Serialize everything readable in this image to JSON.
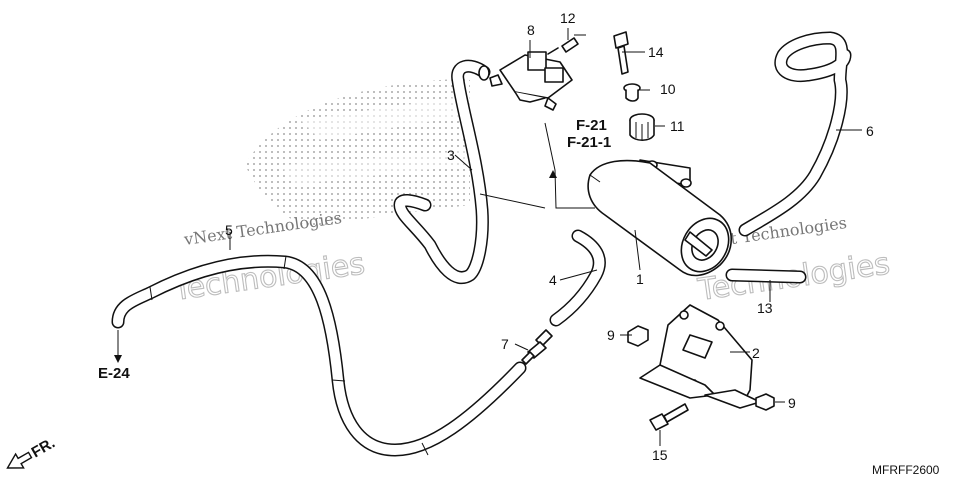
{
  "parts": [
    {
      "number": "1"
    },
    {
      "number": "2"
    },
    {
      "number": "3"
    },
    {
      "number": "4"
    },
    {
      "number": "5"
    },
    {
      "number": "6"
    },
    {
      "number": "7"
    },
    {
      "number": "8"
    },
    {
      "number": "9"
    },
    {
      "number": "10"
    },
    {
      "number": "11"
    },
    {
      "number": "12"
    },
    {
      "number": "13"
    },
    {
      "number": "14"
    },
    {
      "number": "15"
    }
  ],
  "second_label_9": "9",
  "references": {
    "f21": "F-21",
    "f21_1": "F-21-1",
    "e24": "E-24"
  },
  "front_marker": "FR.",
  "diagram_code": "MFRFF2600",
  "watermark": {
    "line1": "vNext Technologies",
    "line2": "Technologies"
  }
}
